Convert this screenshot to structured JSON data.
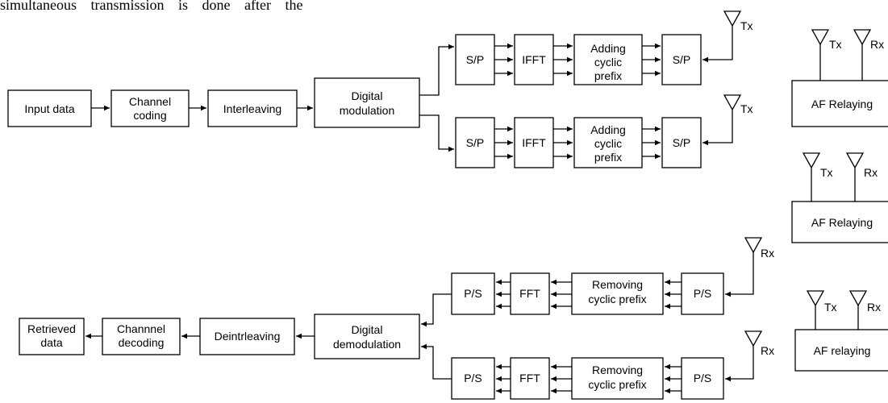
{
  "snippet_text": "simultaneous transmission is done after the",
  "tx": {
    "input": "Input data",
    "channel_coding": [
      "Channel",
      "coding"
    ],
    "interleaving": "Interleaving",
    "digital_modulation": [
      "Digital",
      "modulation"
    ],
    "sp": "S/P",
    "ifft": "IFFT",
    "adding_cp": [
      "Adding",
      "cyclic",
      "prefix"
    ]
  },
  "rx": {
    "ps": "P/S",
    "fft": "FFT",
    "removing_cp": [
      "Removing",
      "cyclic prefix"
    ],
    "digital_demodulation": [
      "Digital",
      "demodulation"
    ],
    "deinterleaving": "Deintrleaving",
    "channel_decoding": [
      "Channnel",
      "decoding"
    ],
    "retrieved": [
      "Retrieved",
      "data"
    ]
  },
  "antenna": {
    "tx": "Tx",
    "rx": "Rx"
  },
  "relays": [
    "AF Relaying",
    "AF Relaying",
    "AF relaying"
  ]
}
